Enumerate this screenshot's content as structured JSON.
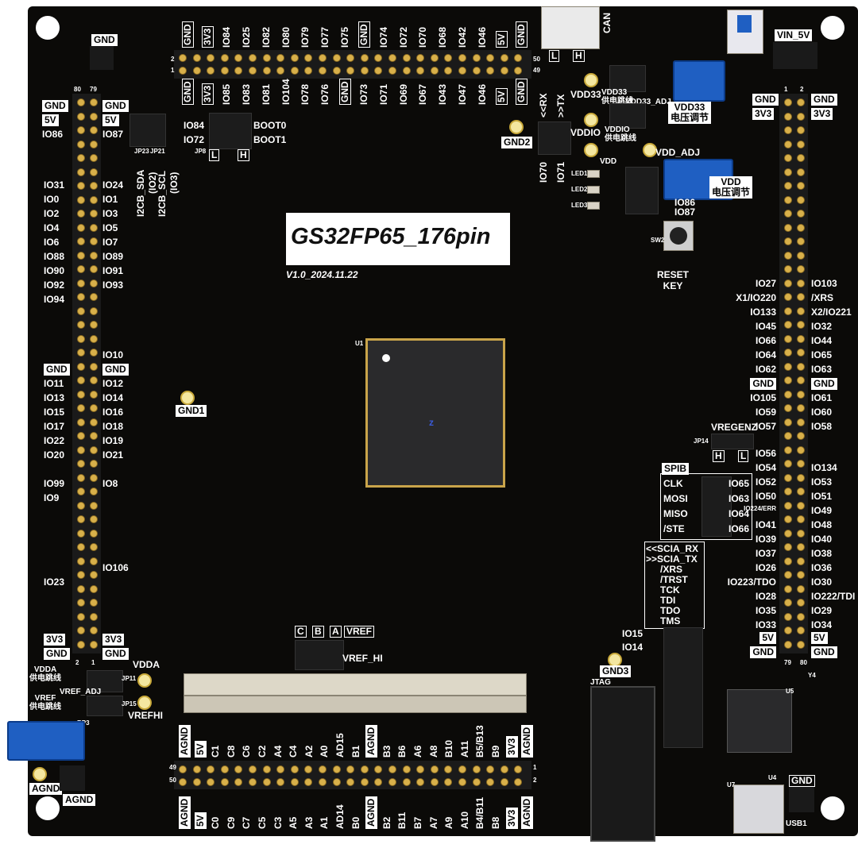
{
  "board": {
    "title": "GS32FP65_176pin",
    "version": "V1.0_2024.11.22",
    "chip_ref": "U1",
    "z_mark": "z"
  },
  "top_header": {
    "top_labels": [
      "GND",
      "3V3",
      "IO84",
      "IO25",
      "IO82",
      "IO80",
      "IO79",
      "IO77",
      "IO75",
      "GND",
      "IO74",
      "IO72",
      "IO70",
      "IO68",
      "IO42",
      "IO46",
      "5V",
      "GND"
    ],
    "bottom_labels": [
      "GND",
      "3V3",
      "IO85",
      "IO83",
      "IO81",
      "IO104",
      "IO78",
      "IO76",
      "GND",
      "IO73",
      "IO71",
      "IO69",
      "IO67",
      "IO43",
      "IO47",
      "IO46",
      "5V",
      "GND"
    ],
    "pin1": "1",
    "pin2": "2",
    "pin49": "49",
    "pin50": "50"
  },
  "left_header": {
    "top_left": [
      "GND",
      "5V",
      "IO86"
    ],
    "top_right": [
      "GND",
      "5V",
      "IO87"
    ],
    "left": [
      "IO31",
      "IO0",
      "IO2",
      "IO4",
      "IO6",
      "IO88",
      "IO90",
      "IO92",
      "IO94",
      "GND",
      "IO11",
      "IO13",
      "IO15",
      "IO17",
      "IO22",
      "IO20",
      "IO99",
      "IO9",
      "IO23"
    ],
    "right": [
      "IO24",
      "IO1",
      "IO3",
      "IO5",
      "IO7",
      "IO89",
      "IO91",
      "IO93",
      "IO10",
      "GND",
      "IO12",
      "IO14",
      "IO16",
      "IO18",
      "IO19",
      "IO21",
      "IO8",
      "IO106"
    ],
    "bottom_left": [
      "3V3",
      "GND"
    ],
    "bottom_right": [
      "3V3",
      "GND"
    ],
    "pin80": "80",
    "pin79": "79",
    "pin2": "2",
    "pin1": "1"
  },
  "right_header": {
    "top_left": [
      "GND",
      "3V3"
    ],
    "top_right": [
      "GND",
      "3V3"
    ],
    "left": [
      "IO27",
      "X1/IO220",
      "IO133",
      "IO45",
      "IO66",
      "IO64",
      "IO62",
      "GND",
      "IO105",
      "IO59",
      "IO57",
      "IO56",
      "IO54",
      "IO52",
      "IO50",
      "IO224/ERR",
      "IO41",
      "IO39",
      "IO37",
      "IO26",
      "IO223/TDO",
      "IO28",
      "IO35",
      "IO33",
      "5V",
      "GND"
    ],
    "right": [
      "IO103",
      "/XRS",
      "X2/IO221",
      "IO32",
      "IO44",
      "IO65",
      "IO63",
      "GND",
      "IO61",
      "IO60",
      "IO58",
      "IO134",
      "IO53",
      "IO51",
      "IO49",
      "IO48",
      "IO40",
      "IO38",
      "IO36",
      "IO30",
      "IO222/TDI",
      "IO29",
      "IO34",
      "5V",
      "GND"
    ],
    "pin1": "1",
    "pin2": "2",
    "pin79": "79",
    "pin80": "80"
  },
  "bottom_header": {
    "top_labels": [
      "AGND",
      "5V",
      "C1",
      "C8",
      "C6",
      "C2",
      "A4",
      "C4",
      "A2",
      "A0",
      "AD15",
      "B1",
      "AGND",
      "B3",
      "B6",
      "A6",
      "A8",
      "B10",
      "A11",
      "B5/B13",
      "B9",
      "3V3",
      "AGND"
    ],
    "bottom_labels": [
      "AGND",
      "5V",
      "C0",
      "C9",
      "C7",
      "C5",
      "C3",
      "A5",
      "A3",
      "A1",
      "AD14",
      "B0",
      "AGND",
      "B2",
      "B11",
      "B7",
      "A7",
      "A9",
      "A10",
      "B4/B11",
      "B8",
      "3V3",
      "AGND"
    ],
    "pin49": "49",
    "pin50": "50",
    "pin1": "1",
    "pin2": "2"
  },
  "misc_labels": {
    "gnd_top": "GND",
    "boot0": "BOOT0",
    "boot1": "BOOT1",
    "io84_boot": "IO84",
    "io72_boot": "IO72",
    "boot_l": "L",
    "boot_h": "H",
    "i2c_sda": "I2CB_SDA",
    "i2c_sda_pin": "(IO2)",
    "i2c_scl": "I2CB_SCL",
    "i2c_scl_pin": "(IO3)",
    "can": "CAN",
    "can_l": "L",
    "can_h": "H",
    "rx": "<<RX",
    "tx": ">>TX",
    "io70": "IO70",
    "io71": "IO71",
    "gnd2": "GND2",
    "vdd33": "VDD33",
    "vdd33_jump": "VDD33\n供电跳线",
    "vdd33_adj": "VDD33_ADJ",
    "vdd33_reg": "VDD33\n电压调节",
    "vddio": "VDDIO",
    "vddio_jump": "VDDIO\n供电跳线",
    "vdd": "VDD",
    "vdd_adj": "VDD_ADJ",
    "vdd_reg": "VDD\n电压调节",
    "io86": "IO86",
    "io87": "IO87",
    "led1": "LED1",
    "led2": "LED2",
    "led3": "LED3",
    "vin_5v": "VIN_5V",
    "reset_key": "RESET\nKEY",
    "sw2": "SW2",
    "gnd1": "GND1",
    "vregenz": "VREGENZ",
    "vreg_h": "H",
    "vreg_l": "L",
    "jp14": "JP14",
    "spib": "SPIB",
    "spib_rows": [
      {
        "left": "CLK",
        "right": "IO65"
      },
      {
        "left": "MOSI",
        "right": "IO63"
      },
      {
        "left": "MISO",
        "right": "IO64"
      },
      {
        "left": "/STE",
        "right": "IO66"
      }
    ],
    "jtag_labels": [
      "<<SCIA_RX",
      ">>SCIA_TX",
      "/XRS",
      "/TRST",
      "TCK",
      "TDI",
      "TDO",
      "TMS"
    ],
    "io15": "IO15",
    "io14": "IO14",
    "gnd3": "GND3",
    "jtag": "JTAG",
    "vref_cols": [
      "C",
      "B",
      "A"
    ],
    "vref": "VREF",
    "vref_hi": "VREF_HI",
    "vdda": "VDDA",
    "vdda_jump": "VDDA\n供电跳线",
    "vref_jump": "VREF\n供电跳线",
    "vref_adj": "VREF_ADJ",
    "vrefhi": "VREFHI",
    "agnd_left": "AGND",
    "agnd_left2": "AGND",
    "gnd_bottom_right": "GND",
    "usb1": "USB1",
    "jp23": "JP23",
    "jp21": "JP21",
    "jp8": "JP8",
    "jp11": "JP11",
    "jp15": "JP15",
    "rp3": "RP3",
    "u4": "U4",
    "u7": "U7",
    "u5": "U5",
    "y4": "Y4"
  },
  "colors": {
    "board": "#0b0a08",
    "pad": "#d8b04a",
    "pot": "#1f5fc2",
    "label": "#ffffff"
  }
}
